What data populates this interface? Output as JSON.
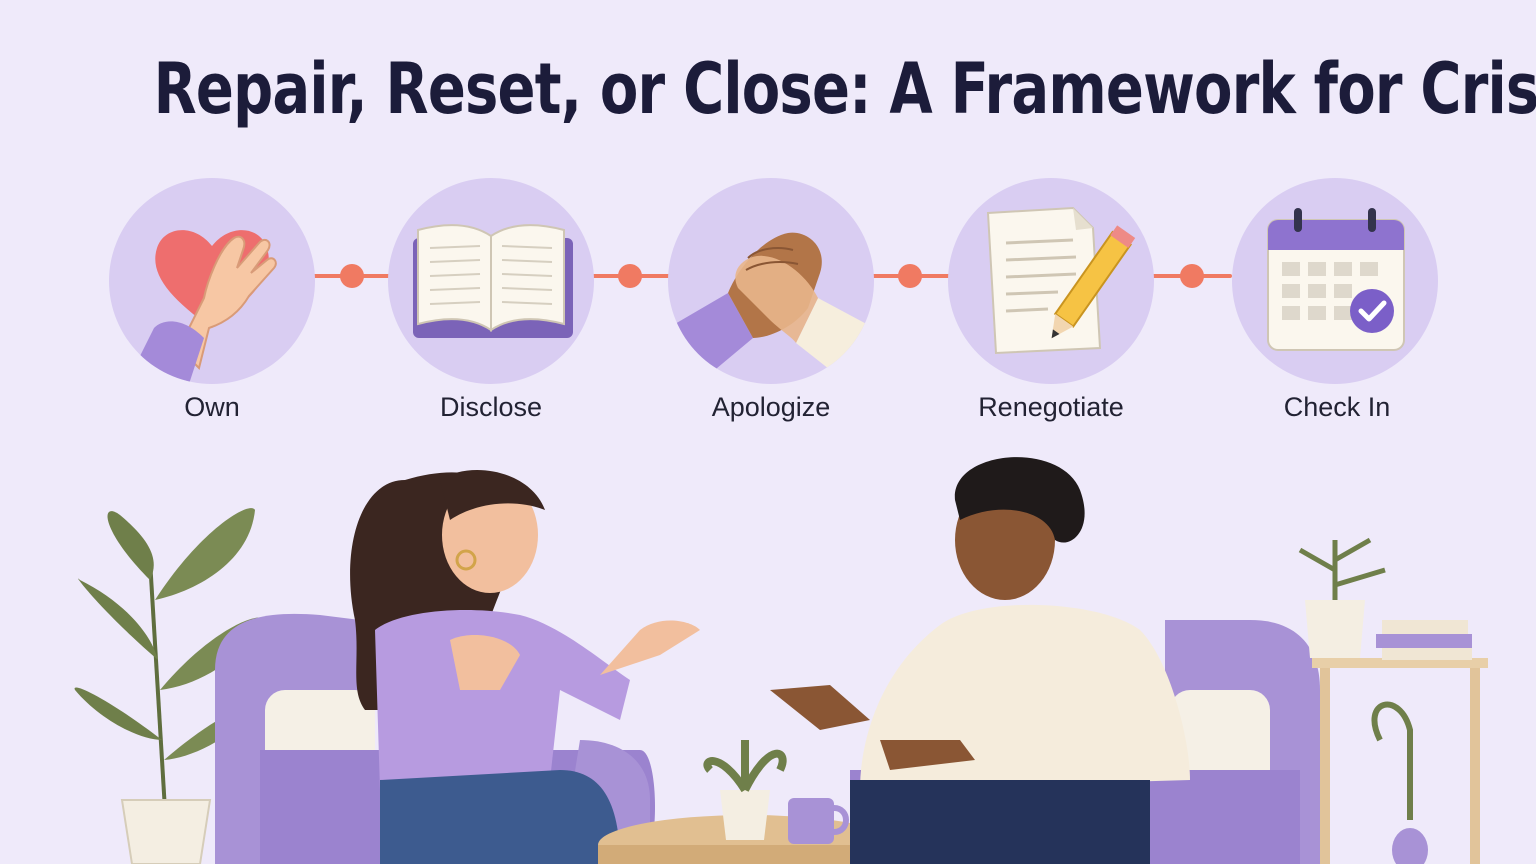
{
  "title": "Repair, Reset, or Close: A Framework for Crisis",
  "steps": [
    {
      "label": "Own",
      "icon": "hand-on-heart-icon"
    },
    {
      "label": "Disclose",
      "icon": "open-book-icon"
    },
    {
      "label": "Apologize",
      "icon": "handshake-icon"
    },
    {
      "label": "Renegotiate",
      "icon": "document-pencil-icon"
    },
    {
      "label": "Check In",
      "icon": "calendar-check-icon"
    }
  ],
  "colors": {
    "background": "#efeafa",
    "circle": "#d9cdf2",
    "connector": "#f07a62",
    "title": "#1c1c3a",
    "accent_purple": "#9d86d6"
  }
}
